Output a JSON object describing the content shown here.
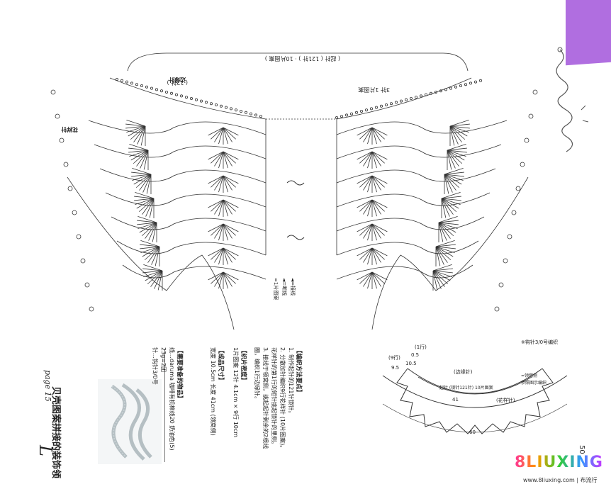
{
  "page": {
    "number": "50",
    "section_letter": "L",
    "page_note": "page 15"
  },
  "title": "贝壳图案拼接的装饰领",
  "materials": {
    "header": "【需要准备的物品】",
    "yarn": "线…daruma 咖啡有机棉线20 奶油色(5)",
    "weight": "23g=2团",
    "hook": "针…钩针3/0号"
  },
  "gauge": {
    "header": "【织片密度】",
    "text": "1片图案 12针 4.1cm × 9行 10cm"
  },
  "size": {
    "header": "【成品尺寸】",
    "text": "宽度 10.5cm 长度 41cm (领窝侧)"
  },
  "steps": {
    "header": "【编织方法要点】",
    "items": [
      "1. 制作起针的121针锁针。",
      "2. 分散加针编织9行花样针 (10片图案)。",
      "花样针的第1行的短针挑起锁针的里侧。",
      "3. 接线于领窝侧，挑起起针剩余的2根线",
      "圈，编织1行边缘针。"
    ]
  },
  "chart": {
    "top_label": "( 起针 ( 121针 ) · 10片图案 )",
    "edge_label_left": "边缘针",
    "edge_label_right": "3针 1片图案",
    "count_label": "( 12针 )",
    "side_label": "花样针",
    "legend": [
      {
        "symbol": "◄",
        "text": "=接线"
      },
      {
        "symbol": "◄",
        "text": "=断线"
      },
      {
        "symbol": "=",
        "text": "1片图案"
      }
    ]
  },
  "schematic": {
    "note": "※钩针3/0号编织",
    "labels": [
      "(1行)",
      "0.5",
      "10.5",
      "(9行)",
      "9.5",
      "41",
      "60",
      "(边缘针)",
      "(花样针)",
      "起针 (锁针121针) 10片图案",
      "=领窝侧",
      "参照图示编织"
    ]
  },
  "watermark": {
    "brand": "8LIUXING",
    "site": "www.8liuxing.com",
    "tag": "布流行"
  },
  "colors": {
    "purple_tab": "#b06ee0",
    "ink": "#333333",
    "brand_pink": "#ff3399",
    "brand_orange": "#ff9900",
    "brand_green": "#33cc33",
    "brand_blue": "#3399ff"
  },
  "icons": [
    "shell-pattern-diagram",
    "collar-schematic",
    "collar-photo",
    "needle-sketch"
  ]
}
